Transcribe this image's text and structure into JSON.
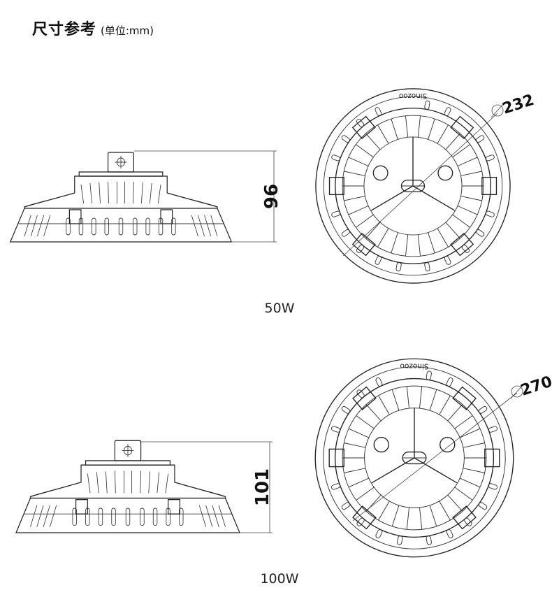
{
  "header": {
    "title": "尺寸参考",
    "unit": "(单位:mm)"
  },
  "models": [
    {
      "power": "50W",
      "height": "96",
      "diameter": "232",
      "logo": "Sinozoo"
    },
    {
      "power": "100W",
      "height": "101",
      "diameter": "270",
      "logo": "Sinozoo"
    }
  ]
}
